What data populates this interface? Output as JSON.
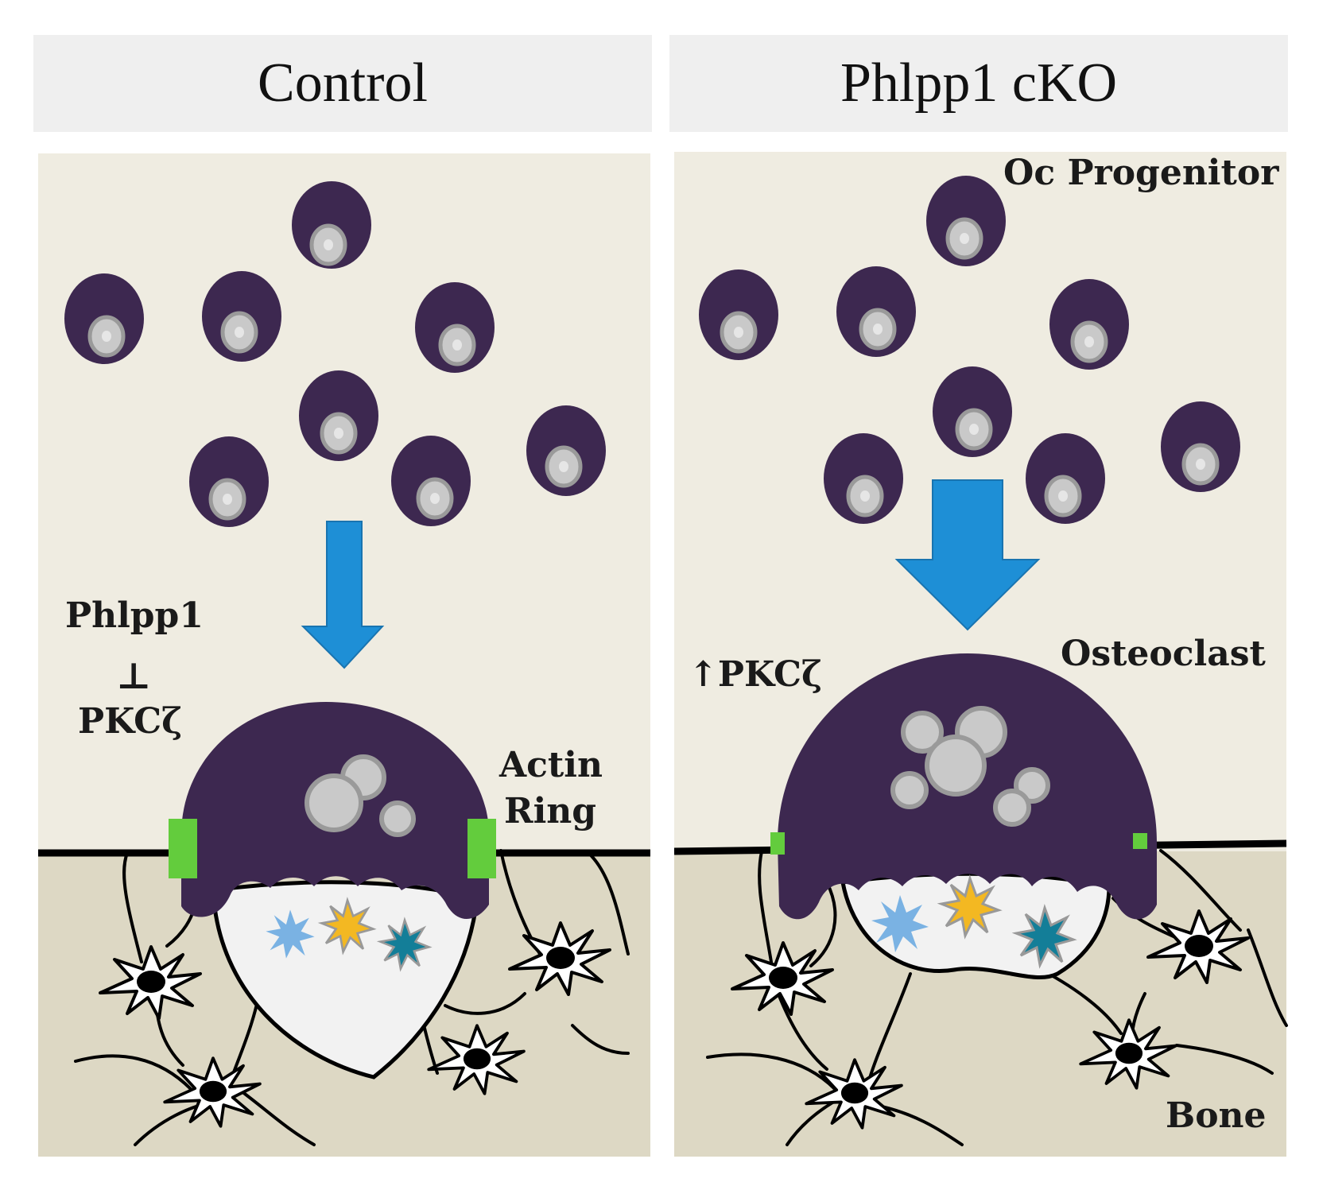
{
  "panels": {
    "left": {
      "title": "Control"
    },
    "right": {
      "title": "Phlpp1 cKO"
    }
  },
  "labels": {
    "left_phlpp1": "Phlpp1",
    "left_inhibit": "⊥",
    "left_pkc": "PKCζ",
    "left_actin_1": "Actin",
    "left_actin_2": "Ring",
    "right_progenitor": "Oc Progenitor",
    "right_osteoclast": "Osteoclast",
    "right_pkc": "↑PKCζ",
    "right_bone": "Bone"
  },
  "colors": {
    "background": "#efece1",
    "bone": "#ddd8c4",
    "cell": "#3d2850",
    "nucleus": "#c9c9c9",
    "nucleus_ring": "#9a9a9a",
    "arrow": "#1e8fd6",
    "actin": "#63cc3d",
    "lacuna": "#f2f2f2",
    "star_blue": "#7ab2e3",
    "star_yellow": "#f3b822",
    "star_teal": "#137e98"
  }
}
